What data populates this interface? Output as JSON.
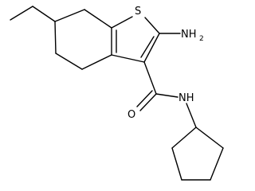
{
  "atoms": {
    "sulfur": "S",
    "amino_n": "NH",
    "amino_h_count": "2",
    "amide_o": "O",
    "amide_nh": "NH"
  },
  "colors": {
    "bond": "#000000",
    "background": "#ffffff"
  }
}
